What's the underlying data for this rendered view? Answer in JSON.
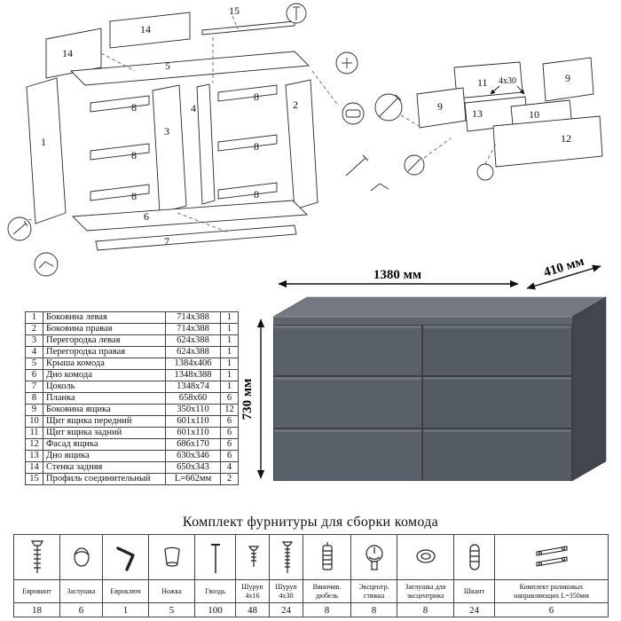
{
  "diagram": {
    "labels": {
      "n15": "15",
      "n14a": "14",
      "n14b": "14",
      "n5": "5",
      "n1": "1",
      "n3": "3",
      "n4": "4",
      "n2": "2",
      "n8a": "8",
      "n8b": "8",
      "n8c": "8",
      "n8d": "8",
      "n8e": "8",
      "n8f": "8",
      "n6": "6",
      "n7": "7",
      "n11": "11",
      "n9a": "9",
      "n9b": "9",
      "n13": "13",
      "n10": "10",
      "n12": "12",
      "note": "4x30"
    }
  },
  "dimensions": {
    "width": "1380 мм",
    "depth": "410 мм",
    "height": "730 мм"
  },
  "parts_table": {
    "rows": [
      {
        "num": "1",
        "name": "Боковина левая",
        "size": "714x388",
        "qty": "1"
      },
      {
        "num": "2",
        "name": "Боковина правая",
        "size": "714x388",
        "qty": "1"
      },
      {
        "num": "3",
        "name": "Перегородка левая",
        "size": "624x388",
        "qty": "1"
      },
      {
        "num": "4",
        "name": "Перегородка правая",
        "size": "624x388",
        "qty": "1"
      },
      {
        "num": "5",
        "name": "Крыша комода",
        "size": "1384x406",
        "qty": "1"
      },
      {
        "num": "6",
        "name": "Дно комода",
        "size": "1348x388",
        "qty": "1"
      },
      {
        "num": "7",
        "name": "Цоколь",
        "size": "1348x74",
        "qty": "1"
      },
      {
        "num": "8",
        "name": "Планка",
        "size": "658x60",
        "qty": "6"
      },
      {
        "num": "9",
        "name": "Боковина ящика",
        "size": "350x110",
        "qty": "12"
      },
      {
        "num": "10",
        "name": "Щит ящика передний",
        "size": "601x110",
        "qty": "6"
      },
      {
        "num": "11",
        "name": "Щит ящика задний",
        "size": "601x110",
        "qty": "6"
      },
      {
        "num": "12",
        "name": "Фасад ящика",
        "size": "686x170",
        "qty": "6"
      },
      {
        "num": "13",
        "name": "Дно ящика",
        "size": "630x346",
        "qty": "6"
      },
      {
        "num": "14",
        "name": "Стенка задняя",
        "size": "650x343",
        "qty": "4"
      },
      {
        "num": "15",
        "name": "Профиль соединительный",
        "size": "L=662мм",
        "qty": "2"
      }
    ]
  },
  "hardware": {
    "title": "Комплект фурнитуры для сборки комода",
    "items": [
      {
        "name": "Евровинт",
        "qty": "18",
        "icon": "euroscrew-icon"
      },
      {
        "name": "Заглушка",
        "qty": "6",
        "icon": "cap-icon"
      },
      {
        "name": "Евроключ",
        "qty": "1",
        "icon": "hexkey-icon"
      },
      {
        "name": "Ножка",
        "qty": "5",
        "icon": "leg-icon"
      },
      {
        "name": "Гвоздь",
        "qty": "100",
        "icon": "nail-icon"
      },
      {
        "name": "Шуруп 4x16",
        "qty": "48",
        "icon": "screw-short-icon"
      },
      {
        "name": "Шуруп 4x30",
        "qty": "24",
        "icon": "screw-long-icon"
      },
      {
        "name": "Ввинчив. дюбель",
        "qty": "8",
        "icon": "dowel-screw-icon"
      },
      {
        "name": "Эксцентр. стяжка",
        "qty": "8",
        "icon": "cam-lock-icon"
      },
      {
        "name": "Заглушка для эксцентрика",
        "qty": "8",
        "icon": "cam-cap-icon"
      },
      {
        "name": "Шкант",
        "qty": "24",
        "icon": "wood-dowel-icon"
      },
      {
        "name": "Комплект роликовых направляющих L=350мм",
        "qty": "6",
        "icon": "roller-guides-icon"
      }
    ]
  }
}
